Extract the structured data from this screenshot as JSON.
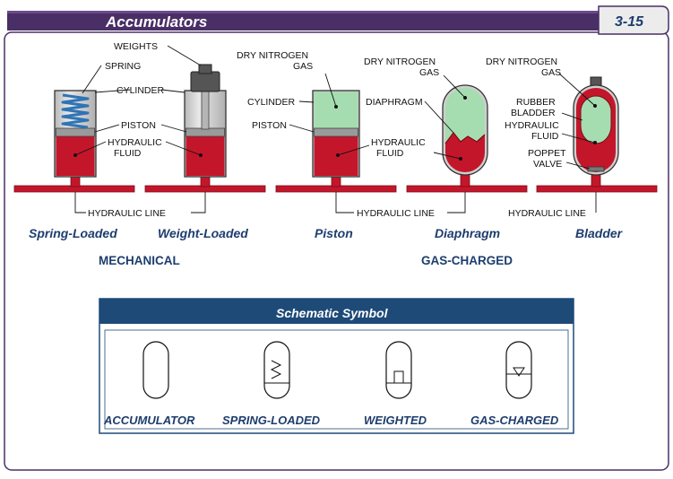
{
  "header": {
    "title": "Accumulators",
    "page_number": "3-15"
  },
  "labels": {
    "weights": "WEIGHTS",
    "spring": "SPRING",
    "cylinder_mech": "CYLINDER",
    "piston_mech": "PISTON",
    "hydraulic_mech_1": "HYDRAULIC",
    "fluid_mech": "FLUID",
    "dry_nitrogen_piston": "DRY NITROGEN",
    "gas_piston": "GAS",
    "cylinder_piston": "CYLINDER",
    "piston_piston": "PISTON",
    "hydraulic_piston": "HYDRAULIC",
    "fluid_piston": "FLUID",
    "dry_nitrogen_diaphragm": "DRY NITROGEN",
    "gas_diaphragm": "GAS",
    "diaphragm": "DIAPHRAGM",
    "dry_nitrogen_bladder": "DRY NITROGEN",
    "gas_bladder": "GAS",
    "rubber": "RUBBER",
    "bladder": "BLADDER",
    "hydraulic_bladder": "HYDRAULIC",
    "fluid_bladder": "FLUID",
    "poppet": "POPPET",
    "valve": "VALVE",
    "hydraulic_line_left": "HYDRAULIC LINE",
    "hydraulic_line_mid": "HYDRAULIC LINE",
    "hydraulic_line_right": "HYDRAULIC LINE"
  },
  "captions": {
    "spring_loaded": "Spring-Loaded",
    "weight_loaded": "Weight-Loaded",
    "piston": "Piston",
    "diaphragm": "Diaphragm",
    "bladder": "Bladder"
  },
  "groups": {
    "mechanical": "MECHANICAL",
    "gas_charged": "GAS-CHARGED"
  },
  "schematic": {
    "title": "Schematic Symbol",
    "symbols": [
      "ACCUMULATOR",
      "SPRING-LOADED",
      "WEIGHTED",
      "GAS-CHARGED"
    ]
  },
  "colors": {
    "header_bar": "#4a2e66",
    "badge_bg": "#ececec",
    "navy_text": "#1d3d6e",
    "schematic_bar": "#1e4a78",
    "hydraulic_fluid": "#c4162a",
    "nitrogen_gas": "#a6ddb0",
    "cylinder_wall": "#c8c8c8",
    "piston": "#9a9a9a",
    "spring": "#2f74b5",
    "weight": "#555555"
  }
}
